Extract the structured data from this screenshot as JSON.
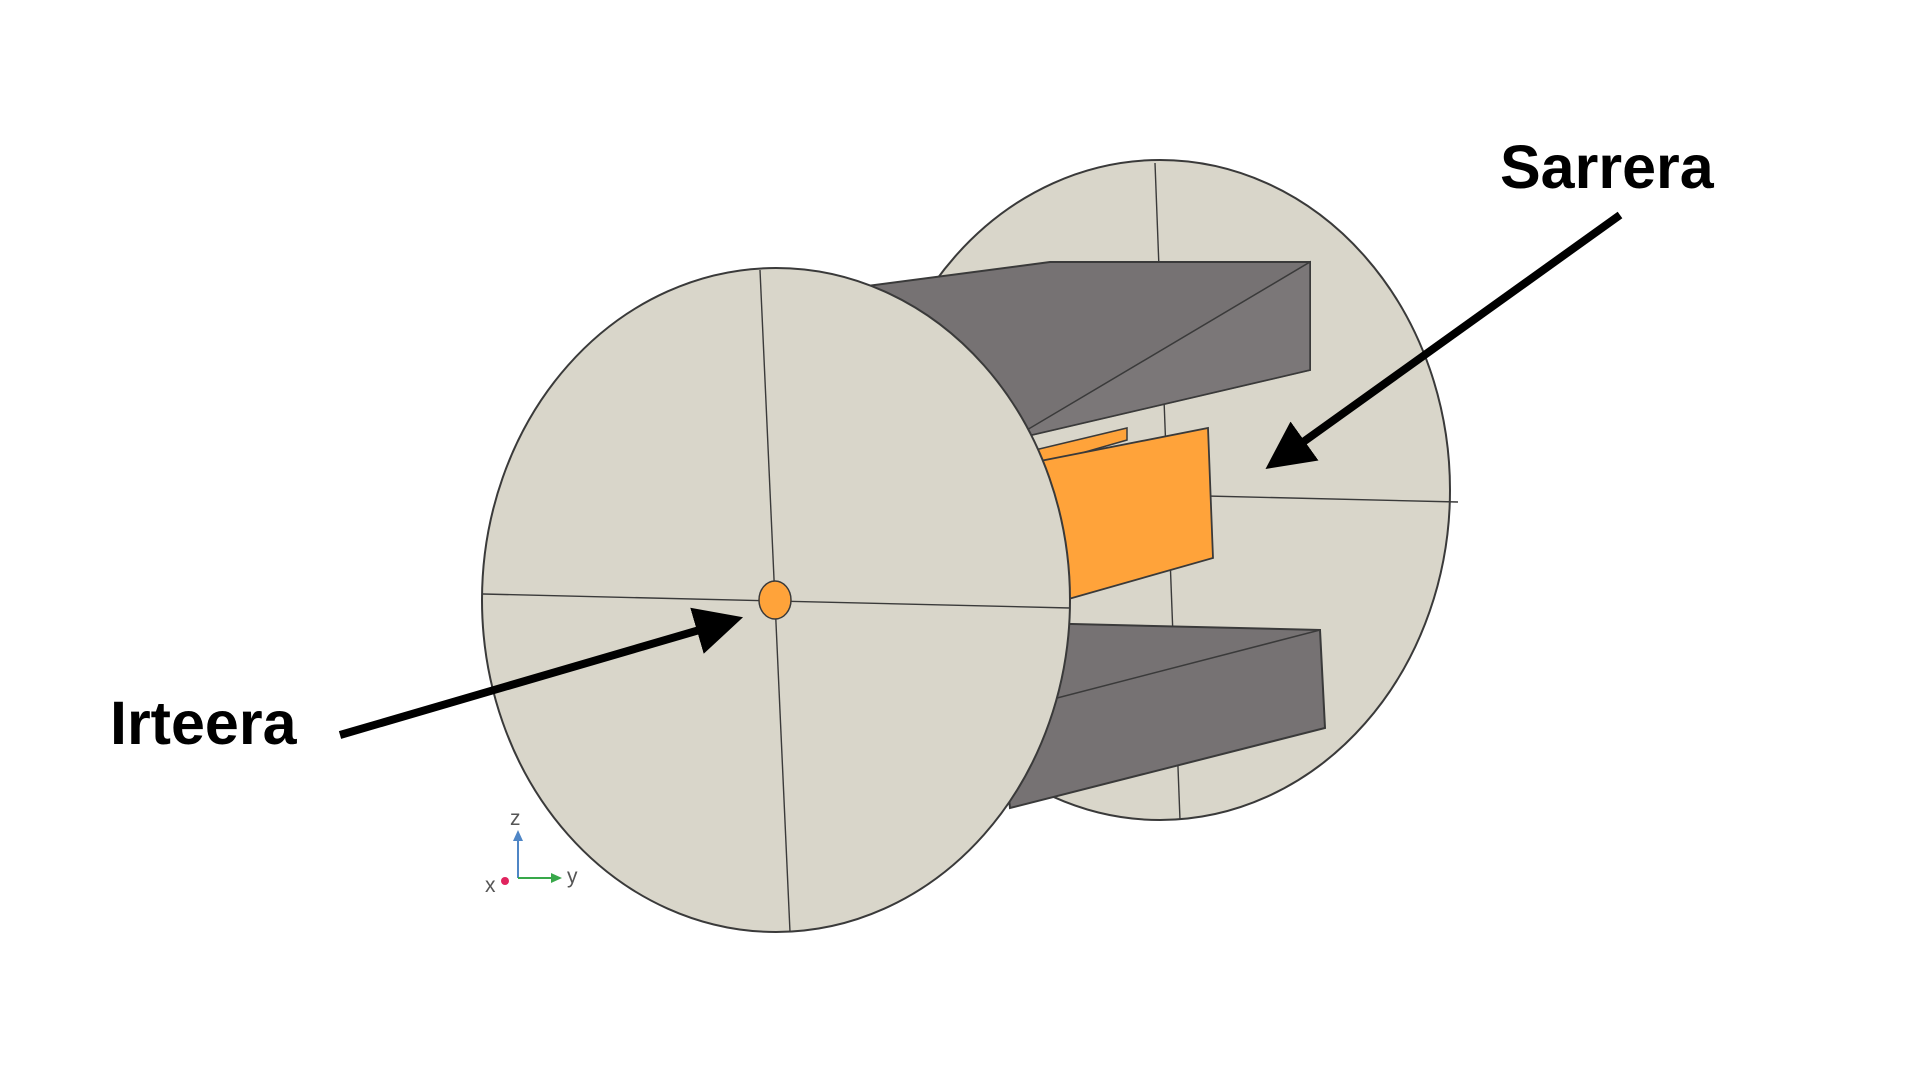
{
  "labels": {
    "inlet": "Irteera",
    "outlet": "Sarrera"
  },
  "axis_triad": {
    "z": "z",
    "y": "y",
    "x": "x"
  },
  "colors": {
    "background": "#ffffff",
    "disk_fill": "#d9d6ca",
    "edge": "#3a3a3a",
    "baffle_fill": "#767273",
    "plate_fill": "#ffa33a",
    "arrow": "#000000",
    "axis_z": "#4f86c6",
    "axis_y": "#38a84a",
    "axis_x": "#e0245e",
    "axis_text": "#555555"
  }
}
